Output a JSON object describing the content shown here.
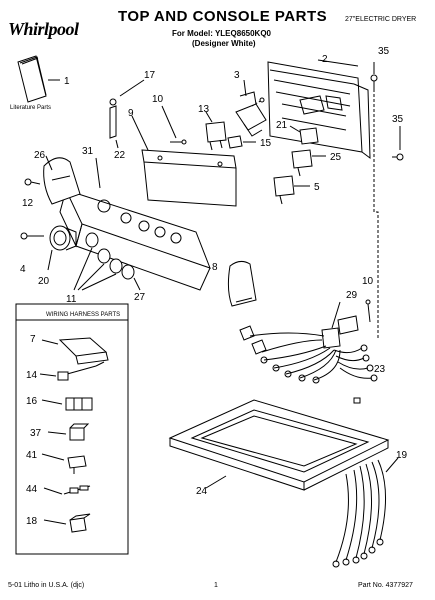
{
  "header": {
    "brand": "Whirlpool",
    "title": "TOP AND CONSOLE PARTS",
    "model_line": "For Model: YLEQ8650KQ0",
    "variant": "(Designer White)",
    "product": "27\"ELECTRIC DRYER"
  },
  "literature_label": "Literature Parts",
  "harness_title": "WIRING HARNESS PARTS",
  "callouts": {
    "c1": "1",
    "c2": "2",
    "c3": "3",
    "c4": "4",
    "c5": "5",
    "c8": "8",
    "c9": "9",
    "c10a": "10",
    "c10b": "10",
    "c11": "11",
    "c12": "12",
    "c13": "13",
    "c15": "15",
    "c17": "17",
    "c20": "20",
    "c21": "21",
    "c22": "22",
    "c23": "23",
    "c24": "24",
    "c25": "25",
    "c26": "26",
    "c27": "27",
    "c29": "29",
    "c31": "31",
    "c35a": "35",
    "c35b": "35",
    "c19": "19",
    "h7": "7",
    "h14": "14",
    "h16": "16",
    "h37": "37",
    "h41": "41",
    "h44": "44",
    "h18": "18"
  },
  "footer": {
    "left": "5-01 Litho in U.S.A. (djc)",
    "center": "1",
    "right": "Part No. 4377927"
  }
}
